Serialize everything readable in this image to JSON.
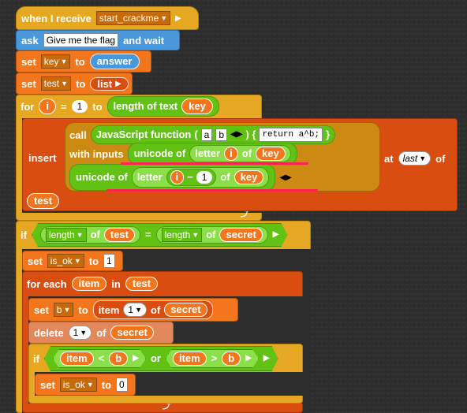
{
  "hat": {
    "label": "when I receive",
    "message": "start_crackme"
  },
  "ask": {
    "label": "ask",
    "prompt": "Give me the flag",
    "suffix": "and wait"
  },
  "set_key": {
    "label": "set",
    "var": "key",
    "to": "to",
    "value": "answer"
  },
  "set_test": {
    "label": "set",
    "var": "test",
    "to": "to",
    "value": "list"
  },
  "for_loop": {
    "label": "for",
    "var": "i",
    "eq": "=",
    "start": "1",
    "to": "to",
    "end_fn": "length of text",
    "end_arg": "key"
  },
  "insert": {
    "label": "insert",
    "call": "call",
    "js_fn": "JavaScript function",
    "param_a": "a",
    "param_b": "b",
    "code": "return a^b;",
    "with_inputs": "with inputs",
    "unicode_of": "unicode of",
    "letter": "letter",
    "of": "of",
    "i": "i",
    "minus": "−",
    "one": "1",
    "key": "key",
    "at": "at",
    "position": "last",
    "of_end": "of",
    "target": "test"
  },
  "if_block": {
    "label": "if",
    "len_fn": "length",
    "of": "of",
    "left": "test",
    "eq": "=",
    "right": "secret"
  },
  "set_is_ok": {
    "label": "set",
    "var": "is_ok",
    "to": "to",
    "value": "1"
  },
  "for_each": {
    "label": "for each",
    "item": "item",
    "in": "in",
    "list": "test"
  },
  "set_b": {
    "label": "set",
    "var": "b",
    "to": "to",
    "item_fn": "item",
    "index": "1",
    "of": "of",
    "list": "secret"
  },
  "delete": {
    "label": "delete",
    "index": "1",
    "of": "of",
    "list": "secret"
  },
  "inner_if": {
    "label": "if",
    "item": "item",
    "lt": "<",
    "b": "b",
    "or": "or",
    "gt": ">"
  },
  "set_is_ok_0": {
    "label": "set",
    "var": "is_ok",
    "to": "to",
    "value": "0"
  },
  "icons": {
    "loop_arrow": "loop-arrow-icon",
    "dropdown": "chevron-down-icon",
    "expand": "arrow-right-icon"
  },
  "colors": {
    "control": "#e6a822",
    "variables": "#f3761d",
    "lists": "#d94d11",
    "sensing": "#4a97d9",
    "operators": "#62c213",
    "annotation": "#ff2350"
  }
}
